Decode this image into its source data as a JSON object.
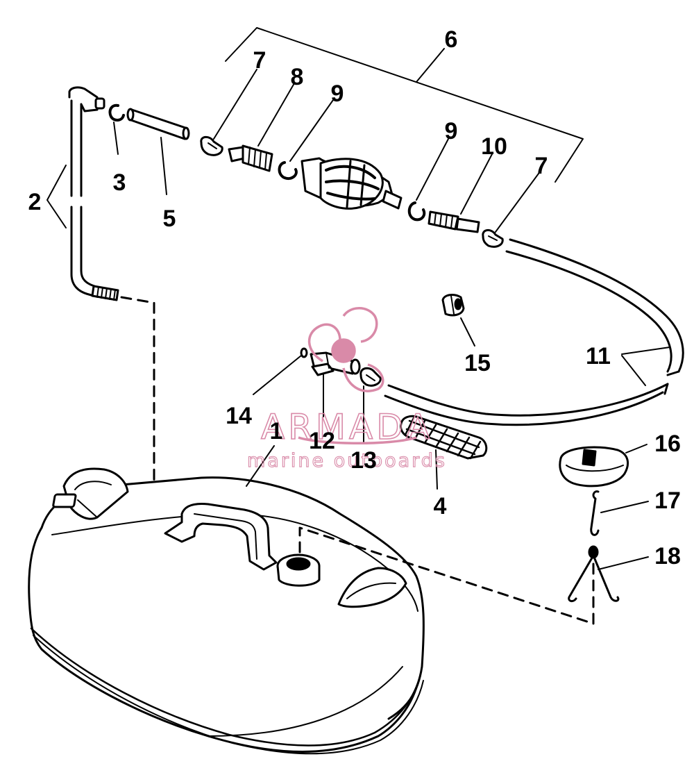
{
  "diagram": {
    "callouts": [
      {
        "key": "c1",
        "text": "1"
      },
      {
        "key": "c2",
        "text": "2"
      },
      {
        "key": "c3",
        "text": "3"
      },
      {
        "key": "c4",
        "text": "4"
      },
      {
        "key": "c5",
        "text": "5"
      },
      {
        "key": "c6",
        "text": "6"
      },
      {
        "key": "c7a",
        "text": "7"
      },
      {
        "key": "c7b",
        "text": "7"
      },
      {
        "key": "c8",
        "text": "8"
      },
      {
        "key": "c9a",
        "text": "9"
      },
      {
        "key": "c9b",
        "text": "9"
      },
      {
        "key": "c10",
        "text": "10"
      },
      {
        "key": "c11",
        "text": "11"
      },
      {
        "key": "c12",
        "text": "12"
      },
      {
        "key": "c13",
        "text": "13"
      },
      {
        "key": "c14",
        "text": "14"
      },
      {
        "key": "c15",
        "text": "15"
      },
      {
        "key": "c16",
        "text": "16"
      },
      {
        "key": "c17",
        "text": "17"
      },
      {
        "key": "c18",
        "text": "18"
      }
    ]
  },
  "watermark": {
    "brand": "ARMADA",
    "tagline": "marine outboards",
    "color": "#d98aa8"
  },
  "colors": {
    "ink": "#000000",
    "paper": "#ffffff"
  }
}
